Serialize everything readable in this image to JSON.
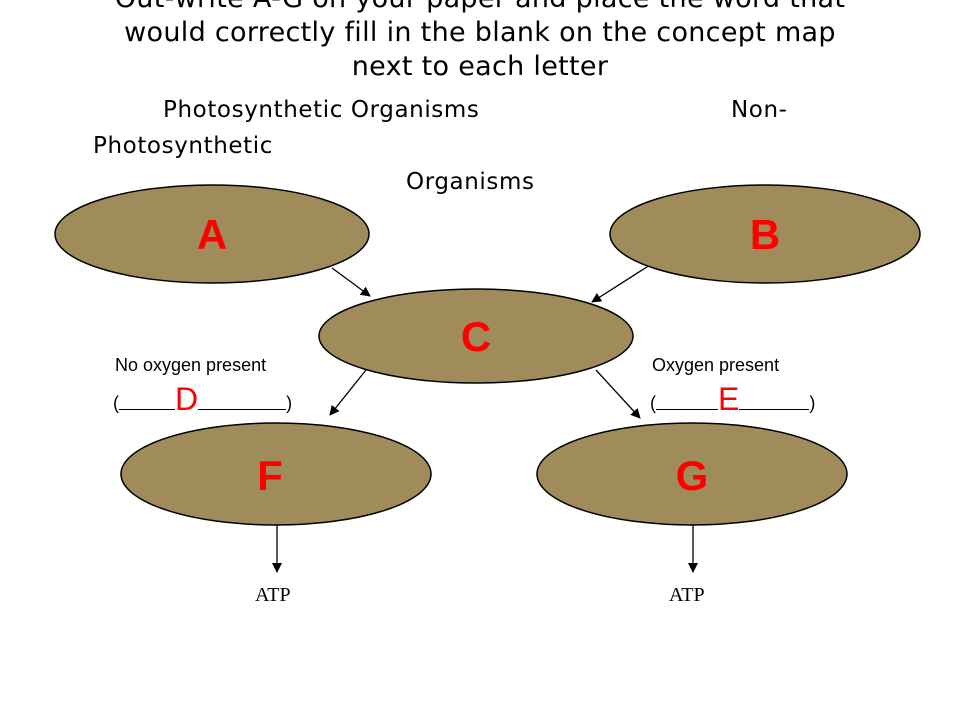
{
  "title": {
    "line1": "Out-write A-G on your paper and place the word that",
    "line2": "would correctly fill in the blank on the concept map",
    "line3": "next to each letter"
  },
  "labels": {
    "photosynthetic_organisms": "Photosynthetic Organisms",
    "non": "Non-",
    "photosynthetic": "Photosynthetic",
    "organisms": "Organisms"
  },
  "nodes": {
    "a": "A",
    "b": "B",
    "c": "C",
    "f": "F",
    "g": "G"
  },
  "conditions": {
    "left": "No oxygen present",
    "right": "Oxygen present",
    "blank_left_letter": "D",
    "blank_right_letter": "E",
    "open_paren": "(",
    "close_paren": ")"
  },
  "products": {
    "left": "ATP",
    "right": "ATP"
  },
  "colors": {
    "node_fill": "#a08c5a",
    "letter": "#ff0000"
  }
}
